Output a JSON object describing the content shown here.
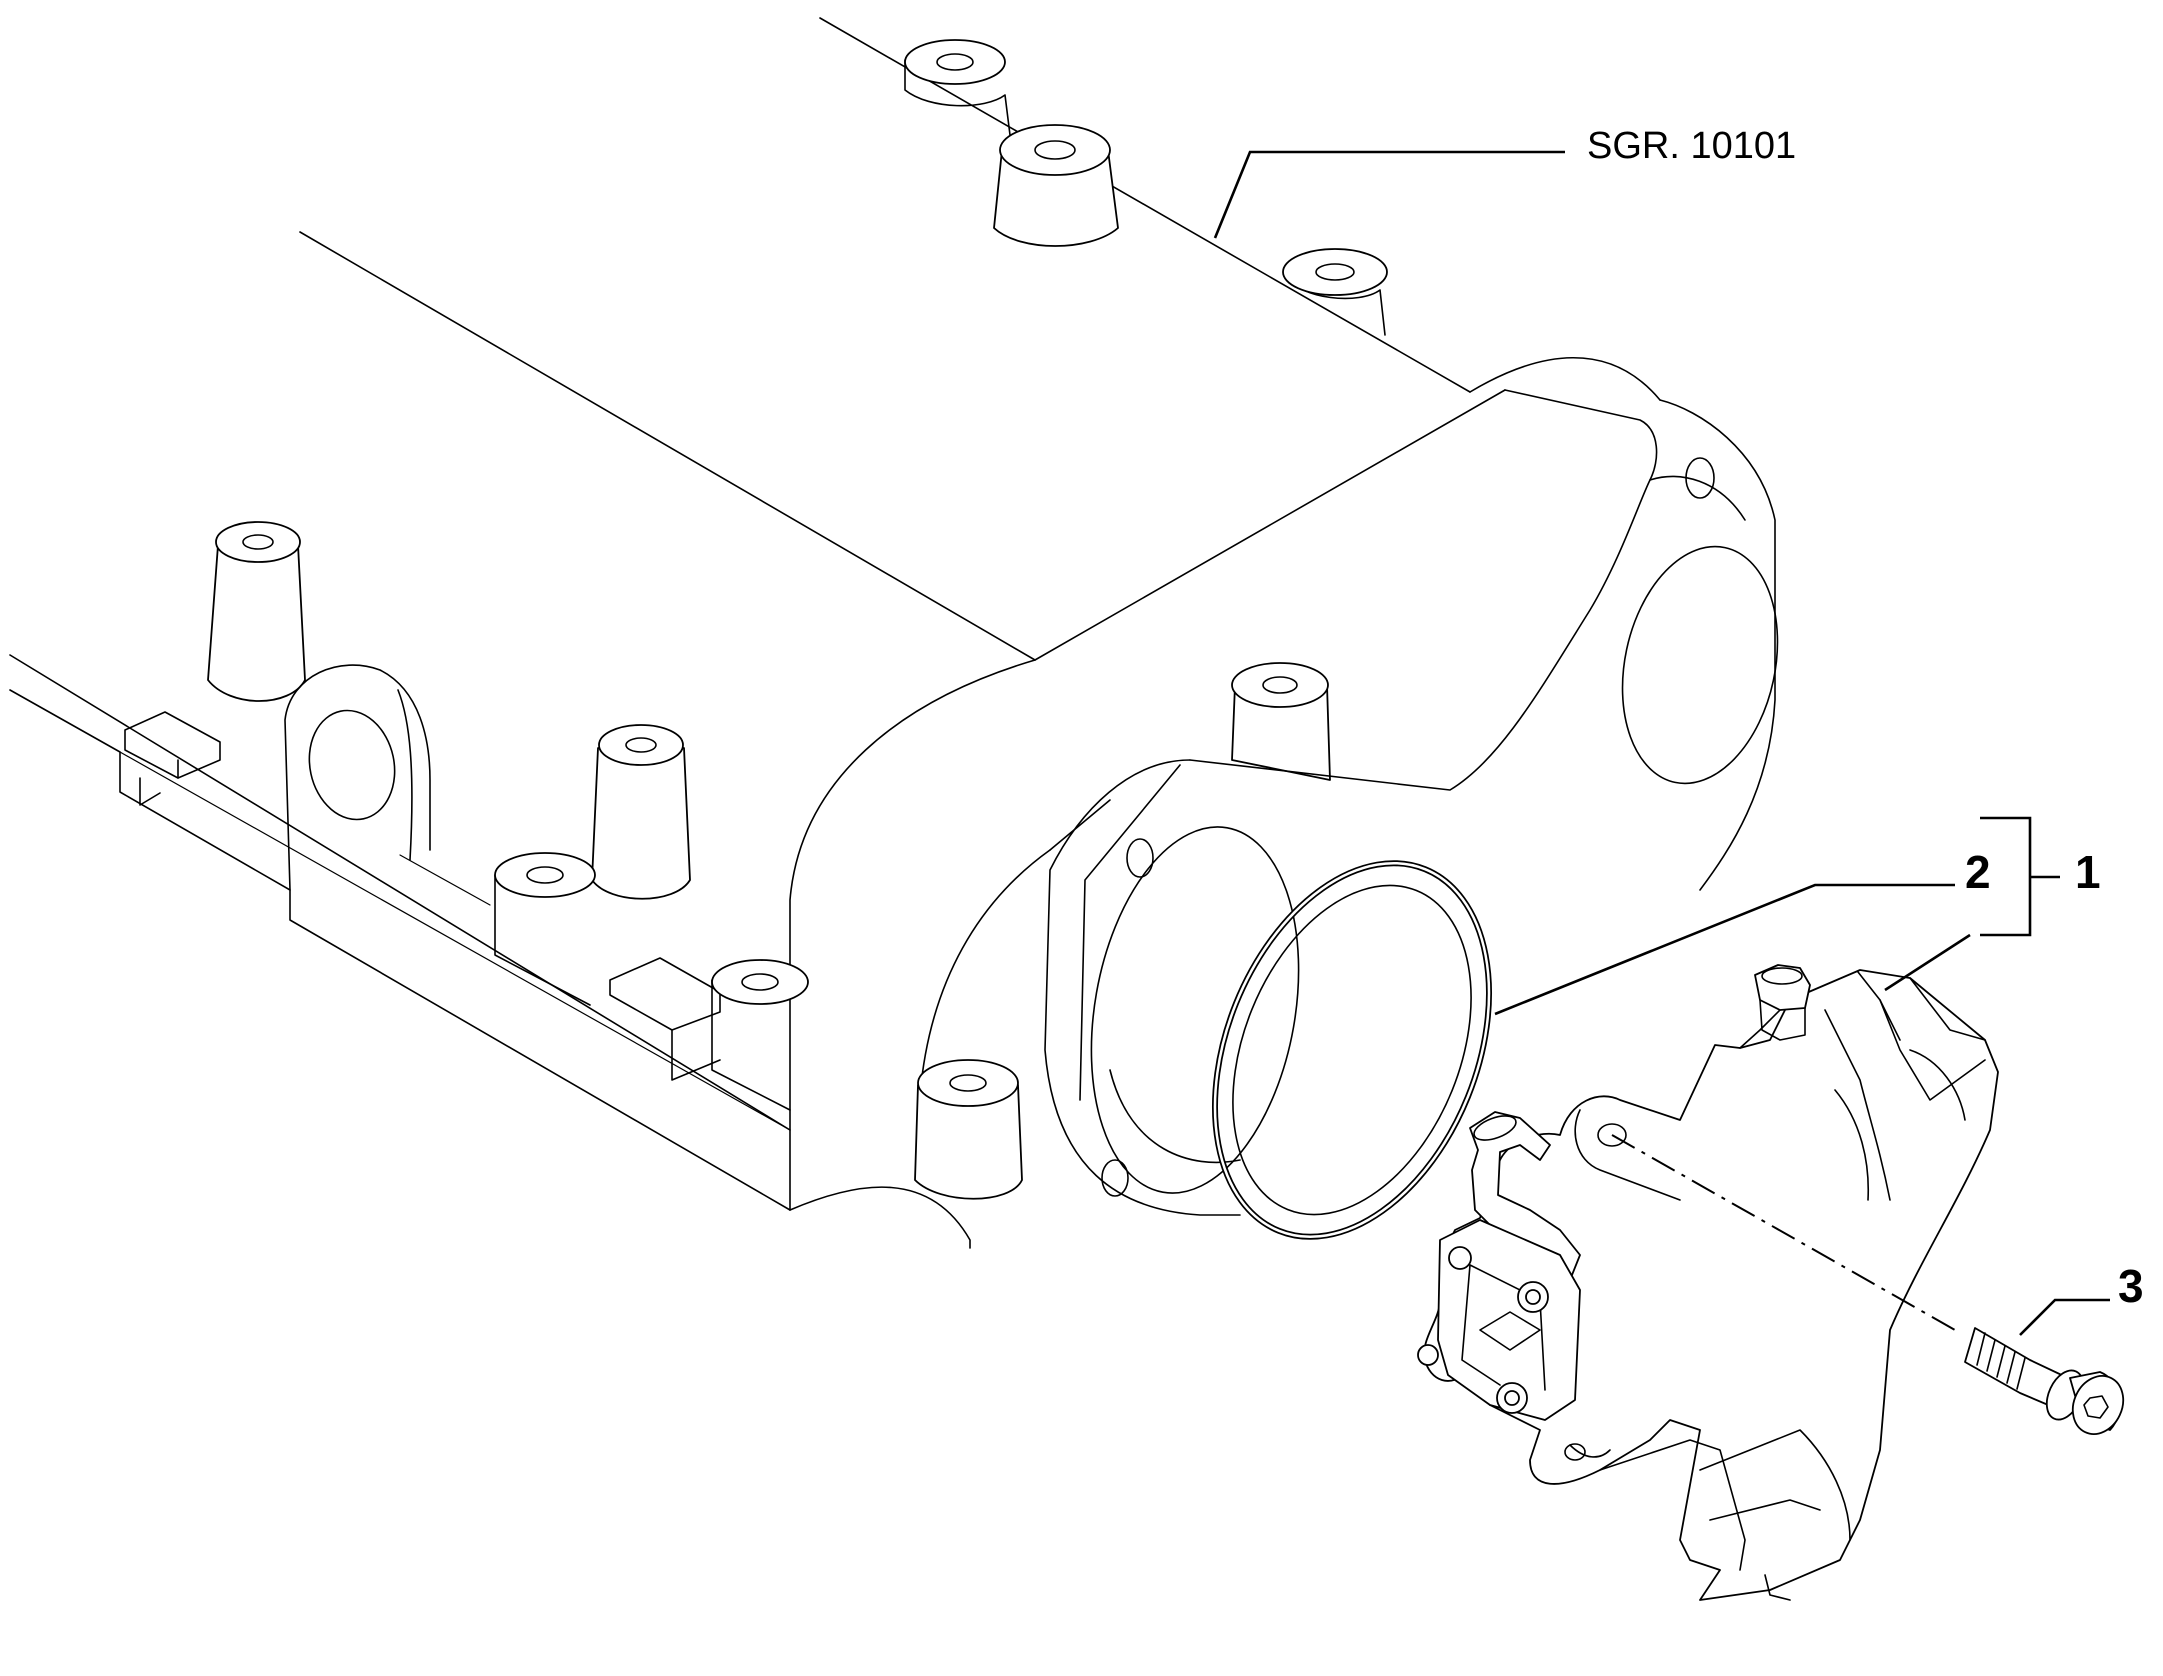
{
  "diagram": {
    "reference_label": "SGR. 10101",
    "callouts": [
      {
        "id": "1",
        "label": "1"
      },
      {
        "id": "2",
        "label": "2"
      },
      {
        "id": "3",
        "label": "3"
      }
    ],
    "colors": {
      "line": "#000000",
      "background": "#ffffff"
    }
  }
}
